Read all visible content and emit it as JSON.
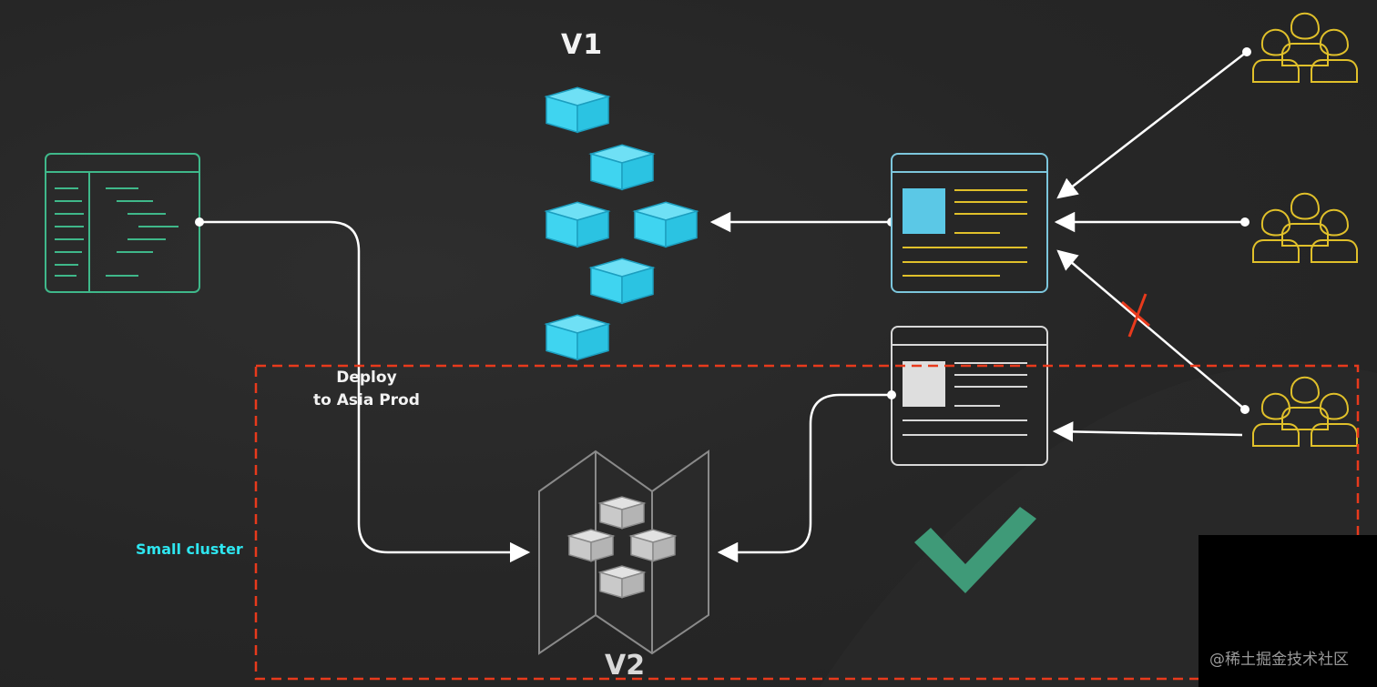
{
  "labels": {
    "v1": "V1",
    "v2": "V2",
    "deploy_line1": "Deploy",
    "deploy_line2": "to Asia Prod",
    "cluster": "Small cluster",
    "watermark": "@稀土掘金技术社区"
  },
  "colors": {
    "background": "#262626",
    "code_panel": "#3fb88a",
    "v1_cube": "#3fd4f0",
    "v1_service": "#7cc6dc",
    "v2_service": "#d8d8d8",
    "v2_cube": "#c9c9c9",
    "user_group": "#e0c02a",
    "text_lines": "#e0c02a",
    "cluster_border": "#e83a1c",
    "checkmark": "#3f9a78",
    "blocked_mark": "#e83a1c",
    "connector": "#ffffff"
  },
  "icons": [
    "code-editor-icon",
    "cube-stack-icon",
    "web-page-icon",
    "user-group-icon",
    "check-icon",
    "blocked-x-icon",
    "map-cluster-icon"
  ]
}
